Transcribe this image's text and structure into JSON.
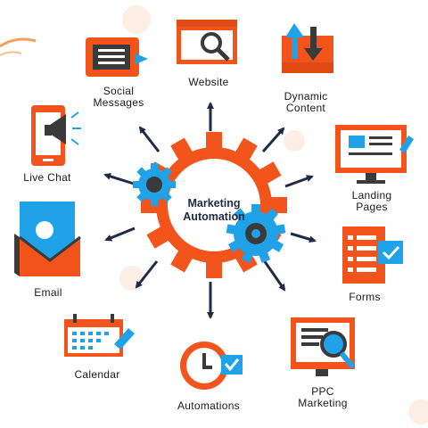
{
  "colors": {
    "orange": "#f2541b",
    "blue": "#1fa2e8",
    "navy": "#1f2a44",
    "dark": "#3a3a3a"
  },
  "center": {
    "line1": "Marketing",
    "line2": "Automation"
  },
  "nodes": {
    "social_messages": {
      "line1": "Social",
      "line2": "Messages",
      "icon": "chat-bubble-icon"
    },
    "website": {
      "line1": "Website",
      "icon": "browser-search-icon"
    },
    "dynamic_content": {
      "line1": "Dynamic",
      "line2": "Content",
      "icon": "transfer-arrows-icon"
    },
    "landing_pages": {
      "line1": "Landing",
      "line2": "Pages",
      "icon": "monitor-page-icon"
    },
    "forms": {
      "line1": "Forms",
      "icon": "checklist-form-icon"
    },
    "ppc_marketing": {
      "line1": "PPC",
      "line2": "Marketing",
      "icon": "monitor-magnifier-icon"
    },
    "automations": {
      "line1": "Automations",
      "icon": "clock-check-icon"
    },
    "calendar": {
      "line1": "Calendar",
      "icon": "calendar-icon"
    },
    "email": {
      "line1": "Email",
      "icon": "envelope-icon"
    },
    "live_chat": {
      "line1": "Live Chat",
      "icon": "phone-megaphone-icon"
    }
  }
}
